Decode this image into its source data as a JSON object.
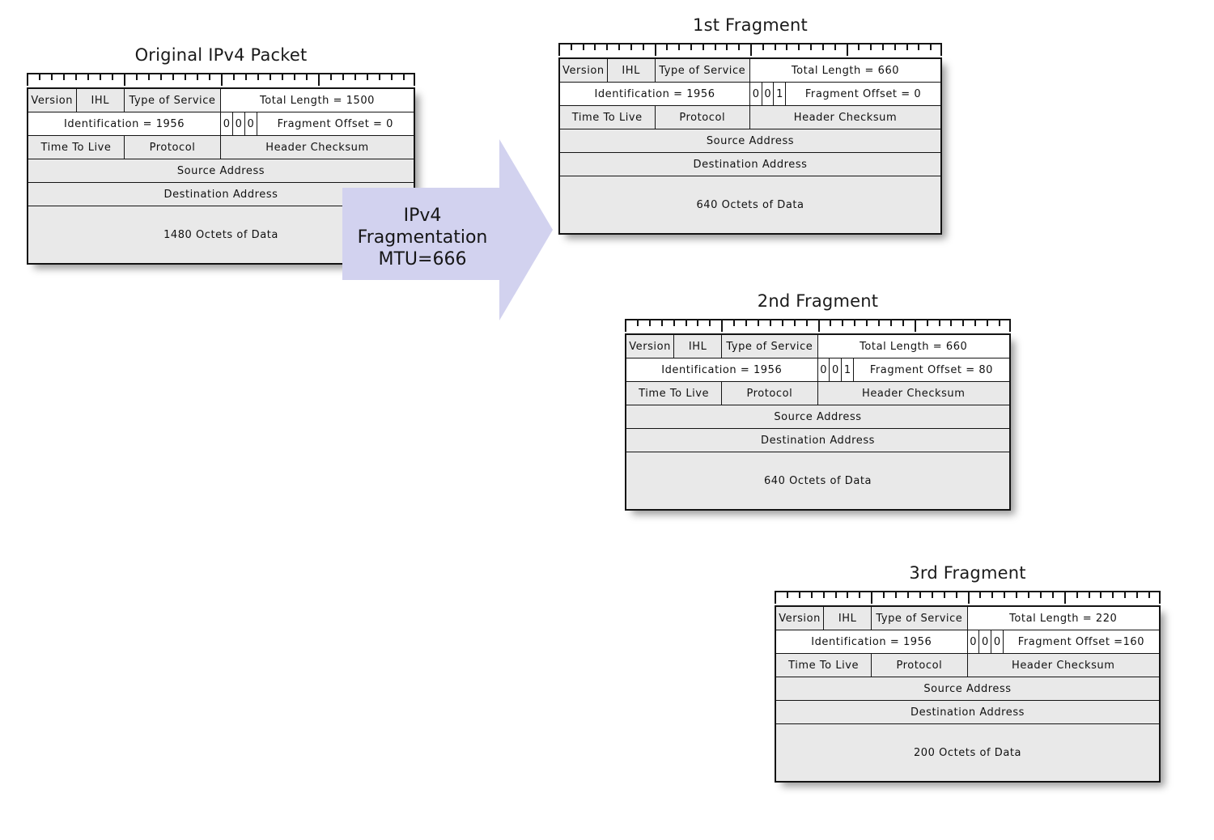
{
  "diagram": {
    "title_text": "IPv4 Fragmentation diagram",
    "arrow": {
      "label": "IPv4 Fragmentation\nMTU=666",
      "fill_color": "#d2d2ef",
      "icon": "right-arrow-icon"
    },
    "colors": {
      "row_grey": "#e9e9e9",
      "row_white": "#ffffff",
      "border": "#141414",
      "text": "#111111",
      "arrow_fill": "#d2d2ef",
      "background": "#ffffff"
    },
    "ruler": {
      "total_bits": 32,
      "major_tick_every": 8,
      "description": "32-bit ruler with major ticks at 0, 8, 16, 24, 32"
    }
  },
  "packets": [
    {
      "id": "original-ipv4-packet",
      "title": "Original IPv4 Packet",
      "rows": [
        {
          "id": "row-1",
          "fill": "grey",
          "height": "std",
          "cells": [
            {
              "label": "Version",
              "span": 4
            },
            {
              "label": "IHL",
              "span": 4
            },
            {
              "label": "Type of Service",
              "span": 8
            },
            {
              "label": "Total Length = 1500",
              "span": 16,
              "fill": "white"
            }
          ]
        },
        {
          "id": "row-2",
          "fill": "white",
          "height": "std",
          "cells": [
            {
              "label": "Identification = 1956",
              "span": 16
            },
            {
              "label": "0",
              "span": 1,
              "flag": true
            },
            {
              "label": "0",
              "span": 1,
              "flag": true
            },
            {
              "label": "0",
              "span": 1,
              "flag": true
            },
            {
              "label": "Fragment Offset = 0",
              "span": 13
            }
          ]
        },
        {
          "id": "row-3",
          "fill": "grey",
          "height": "std",
          "cells": [
            {
              "label": "Time To Live",
              "span": 8
            },
            {
              "label": "Protocol",
              "span": 8
            },
            {
              "label": "Header Checksum",
              "span": 16
            }
          ]
        },
        {
          "id": "row-4",
          "fill": "grey",
          "height": "std",
          "cells": [
            {
              "label": "Source Address",
              "span": 32
            }
          ]
        },
        {
          "id": "row-5",
          "fill": "grey",
          "height": "std",
          "cells": [
            {
              "label": "Destination Address",
              "span": 32
            }
          ]
        },
        {
          "id": "row-6",
          "fill": "grey",
          "height": "data",
          "cells": [
            {
              "label": "1480 Octets of Data",
              "span": 32
            }
          ]
        }
      ]
    },
    {
      "id": "first-fragment",
      "title": "1st Fragment",
      "rows": [
        {
          "id": "row-1",
          "fill": "grey",
          "height": "std",
          "cells": [
            {
              "label": "Version",
              "span": 4
            },
            {
              "label": "IHL",
              "span": 4
            },
            {
              "label": "Type of Service",
              "span": 8
            },
            {
              "label": "Total Length = 660",
              "span": 16,
              "fill": "white"
            }
          ]
        },
        {
          "id": "row-2",
          "fill": "white",
          "height": "std",
          "cells": [
            {
              "label": "Identification = 1956",
              "span": 16
            },
            {
              "label": "0",
              "span": 1,
              "flag": true
            },
            {
              "label": "0",
              "span": 1,
              "flag": true
            },
            {
              "label": "1",
              "span": 1,
              "flag": true
            },
            {
              "label": "Fragment Offset = 0",
              "span": 13
            }
          ]
        },
        {
          "id": "row-3",
          "fill": "grey",
          "height": "std",
          "cells": [
            {
              "label": "Time To Live",
              "span": 8
            },
            {
              "label": "Protocol",
              "span": 8
            },
            {
              "label": "Header Checksum",
              "span": 16
            }
          ]
        },
        {
          "id": "row-4",
          "fill": "grey",
          "height": "std",
          "cells": [
            {
              "label": "Source Address",
              "span": 32
            }
          ]
        },
        {
          "id": "row-5",
          "fill": "grey",
          "height": "std",
          "cells": [
            {
              "label": "Destination Address",
              "span": 32
            }
          ]
        },
        {
          "id": "row-6",
          "fill": "grey",
          "height": "data",
          "cells": [
            {
              "label": "640 Octets of Data",
              "span": 32
            }
          ]
        }
      ]
    },
    {
      "id": "second-fragment",
      "title": "2nd Fragment",
      "rows": [
        {
          "id": "row-1",
          "fill": "grey",
          "height": "std",
          "cells": [
            {
              "label": "Version",
              "span": 4
            },
            {
              "label": "IHL",
              "span": 4
            },
            {
              "label": "Type of Service",
              "span": 8
            },
            {
              "label": "Total Length = 660",
              "span": 16,
              "fill": "white"
            }
          ]
        },
        {
          "id": "row-2",
          "fill": "white",
          "height": "std",
          "cells": [
            {
              "label": "Identification = 1956",
              "span": 16
            },
            {
              "label": "0",
              "span": 1,
              "flag": true
            },
            {
              "label": "0",
              "span": 1,
              "flag": true
            },
            {
              "label": "1",
              "span": 1,
              "flag": true
            },
            {
              "label": "Fragment Offset = 80",
              "span": 13
            }
          ]
        },
        {
          "id": "row-3",
          "fill": "grey",
          "height": "std",
          "cells": [
            {
              "label": "Time To Live",
              "span": 8
            },
            {
              "label": "Protocol",
              "span": 8
            },
            {
              "label": "Header Checksum",
              "span": 16
            }
          ]
        },
        {
          "id": "row-4",
          "fill": "grey",
          "height": "std",
          "cells": [
            {
              "label": "Source Address",
              "span": 32
            }
          ]
        },
        {
          "id": "row-5",
          "fill": "grey",
          "height": "std",
          "cells": [
            {
              "label": "Destination Address",
              "span": 32
            }
          ]
        },
        {
          "id": "row-6",
          "fill": "grey",
          "height": "data",
          "cells": [
            {
              "label": "640 Octets of Data",
              "span": 32
            }
          ]
        }
      ]
    },
    {
      "id": "third-fragment",
      "title": "3rd Fragment",
      "rows": [
        {
          "id": "row-1",
          "fill": "grey",
          "height": "std",
          "cells": [
            {
              "label": "Version",
              "span": 4
            },
            {
              "label": "IHL",
              "span": 4
            },
            {
              "label": "Type of Service",
              "span": 8
            },
            {
              "label": "Total Length = 220",
              "span": 16,
              "fill": "white"
            }
          ]
        },
        {
          "id": "row-2",
          "fill": "white",
          "height": "std",
          "cells": [
            {
              "label": "Identification = 1956",
              "span": 16
            },
            {
              "label": "0",
              "span": 1,
              "flag": true
            },
            {
              "label": "0",
              "span": 1,
              "flag": true
            },
            {
              "label": "0",
              "span": 1,
              "flag": true
            },
            {
              "label": "Fragment Offset =160",
              "span": 13
            }
          ]
        },
        {
          "id": "row-3",
          "fill": "grey",
          "height": "std",
          "cells": [
            {
              "label": "Time To Live",
              "span": 8
            },
            {
              "label": "Protocol",
              "span": 8
            },
            {
              "label": "Header Checksum",
              "span": 16
            }
          ]
        },
        {
          "id": "row-4",
          "fill": "grey",
          "height": "std",
          "cells": [
            {
              "label": "Source Address",
              "span": 32
            }
          ]
        },
        {
          "id": "row-5",
          "fill": "grey",
          "height": "std",
          "cells": [
            {
              "label": "Destination Address",
              "span": 32
            }
          ]
        },
        {
          "id": "row-6",
          "fill": "grey",
          "height": "data",
          "cells": [
            {
              "label": "200 Octets of Data",
              "span": 32
            }
          ]
        }
      ]
    }
  ]
}
